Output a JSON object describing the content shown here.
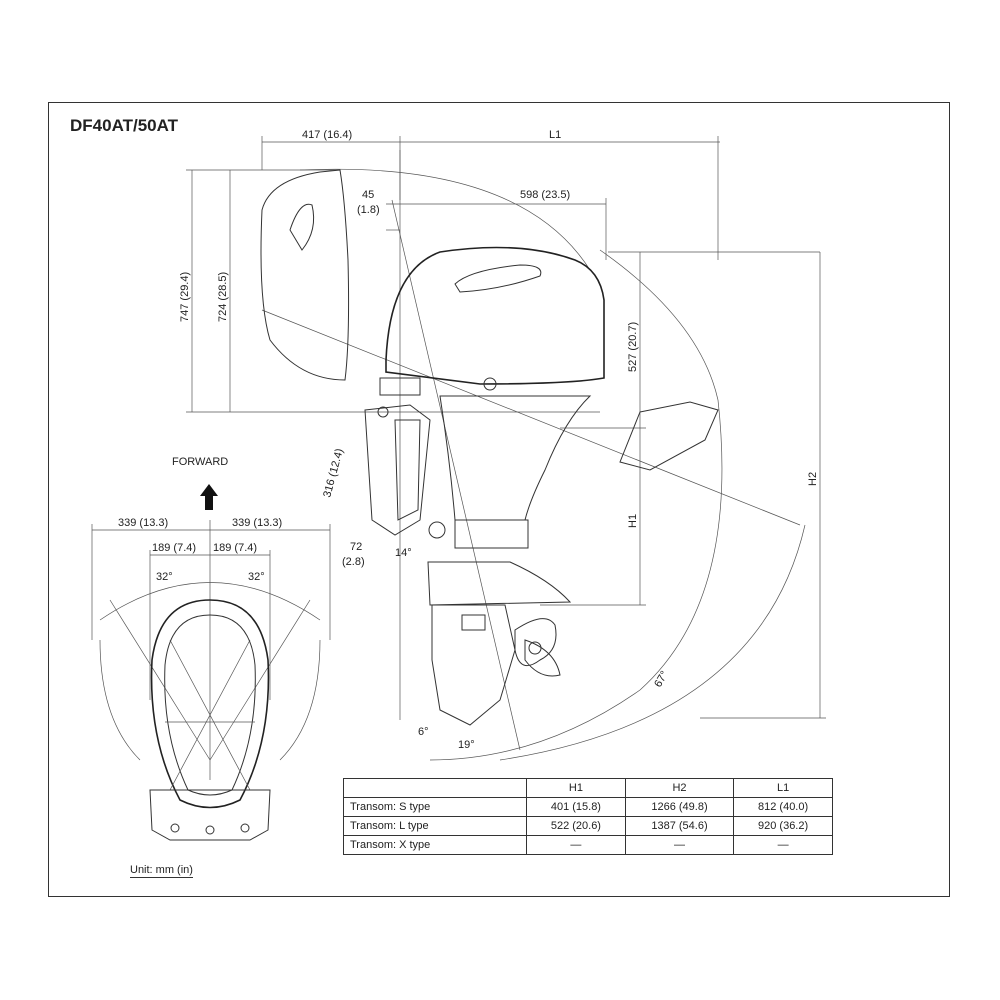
{
  "title": "DF40AT/50AT",
  "forward_label": "FORWARD",
  "unit_label": "Unit: mm (in)",
  "dimensions": {
    "top_left": "417 (16.4)",
    "top_right": "L1",
    "d45": "45",
    "d45_in": "(1.8)",
    "d598": "598 (23.5)",
    "v747": "747 (29.4)",
    "v724": "724 (28.5)",
    "v527": "527 (20.7)",
    "v316": "316 (12.4)",
    "d72": "72",
    "d72_in": "(2.8)",
    "a14": "14°",
    "h1": "H1",
    "h2": "H2",
    "a67": "67°",
    "a6": "6°",
    "a19": "19°",
    "w339_left": "339 (13.3)",
    "w339_right": "339 (13.3)",
    "w189_left": "189 (7.4)",
    "w189_right": "189 (7.4)",
    "a32_left": "32°",
    "a32_right": "32°"
  },
  "table": {
    "headers": [
      "",
      "H1",
      "H2",
      "L1"
    ],
    "rows": [
      [
        "Transom: S type",
        "401 (15.8)",
        "1266 (49.8)",
        "812 (40.0)"
      ],
      [
        "Transom: L type",
        "522 (20.6)",
        "1387 (54.6)",
        "920 (36.2)"
      ],
      [
        "Transom: X type",
        "—",
        "—",
        "—"
      ]
    ]
  }
}
